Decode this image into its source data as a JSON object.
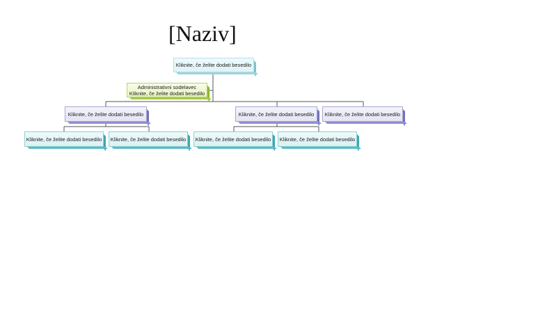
{
  "title": "[Naziv]",
  "org_chart": {
    "top": "Kliknite, če želite dodati besedilo",
    "assistant": {
      "role": "Administrativni sodelavec",
      "text": "Kliknite, če želite dodati besedilo"
    },
    "level2": [
      "Kliknite, če želite dodati besedilo",
      "Kliknite, če želite dodati besedilo",
      "Kliknite, če želite dodati besedilo"
    ],
    "level3": [
      "Kliknite, če želite dodati besedilo",
      "Kliknite, če želite dodati besedilo",
      "Kliknite, če želite dodati besedilo",
      "Kliknite, če želite dodati besedilo"
    ]
  }
}
